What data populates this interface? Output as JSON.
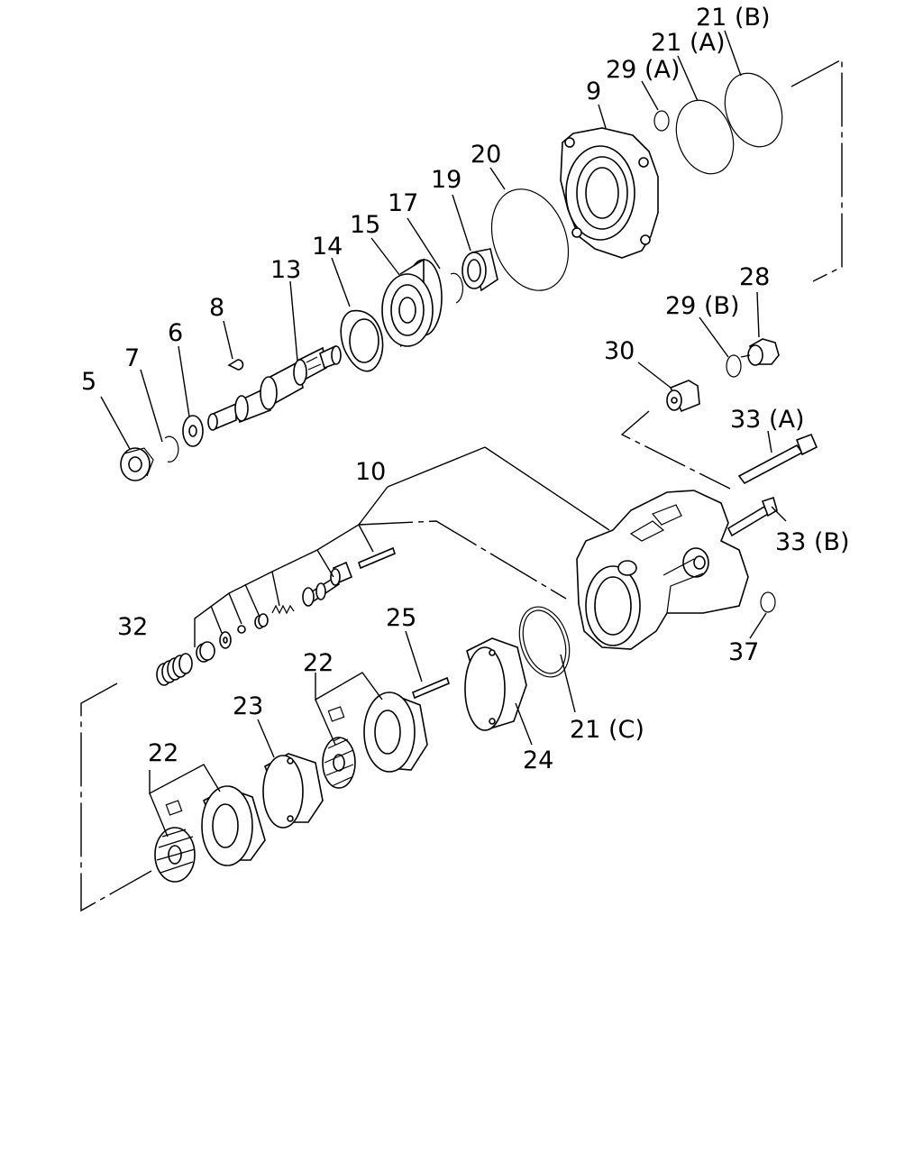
{
  "callouts": {
    "p5": "5",
    "p6": "6",
    "p7": "7",
    "p8": "8",
    "p9": "9",
    "p10": "10",
    "p13": "13",
    "p14": "14",
    "p15": "15",
    "p17": "17",
    "p19": "19",
    "p20": "20",
    "p21a": "21 (A)",
    "p21b": "21 (B)",
    "p21c": "21 (C)",
    "p22a": "22",
    "p22b": "22",
    "p23": "23",
    "p24": "24",
    "p25": "25",
    "p28": "28",
    "p29a": "29 (A)",
    "p29b": "29 (B)",
    "p30": "30",
    "p32": "32",
    "p33a": "33 (A)",
    "p33b": "33 (B)",
    "p37": "37"
  }
}
